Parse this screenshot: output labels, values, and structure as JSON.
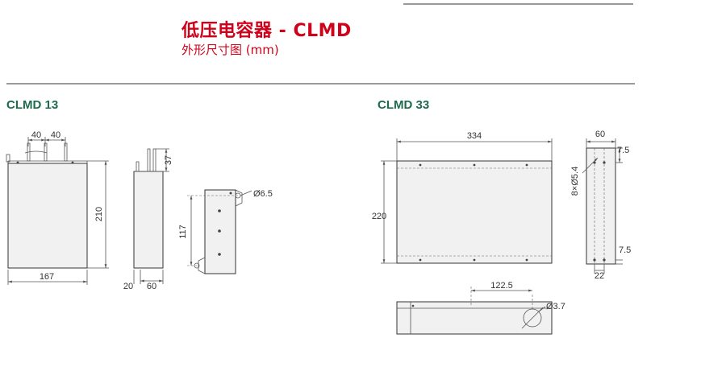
{
  "header": {
    "title": "低压电容器 - CLMD",
    "subtitle": "外形尺寸图 (mm)"
  },
  "models": [
    {
      "name": "CLMD 13"
    },
    {
      "name": "CLMD 33"
    }
  ],
  "clmd13": {
    "dims": {
      "terminal_spacing_1": "40",
      "terminal_spacing_2": "40",
      "height": "210",
      "width": "167",
      "terminal_height": "37",
      "depth_offset": "20",
      "depth": "60",
      "hole_spacing": "117",
      "hole_diameter": "Ø6.5"
    }
  },
  "clmd33": {
    "dims": {
      "width": "334",
      "height": "220",
      "side_width": "60",
      "top_offset": "7.5",
      "bottom_offset": "7.5",
      "holes": "8×Ø5.4",
      "bottom_width": "22",
      "terminal_offset": "122.5",
      "terminal_hole": "Ø3.7"
    }
  },
  "colors": {
    "title": "#d0021b",
    "model_label": "#1c6b4d",
    "lines": "#555555"
  }
}
